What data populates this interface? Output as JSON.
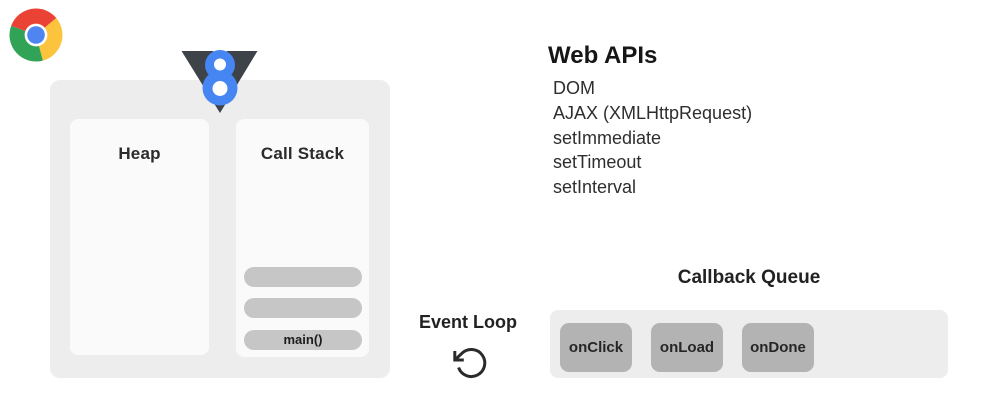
{
  "chrome": {
    "icon": "chrome-logo-icon"
  },
  "v8": {
    "icon": "v8-logo-icon"
  },
  "runtime": {
    "heap_title": "Heap",
    "call_stack_title": "Call Stack",
    "stack_frames": [
      "",
      "",
      "main()"
    ]
  },
  "web_apis": {
    "title": "Web APIs",
    "items": [
      "DOM",
      "AJAX (XMLHttpRequest)",
      "setImmediate",
      "setTimeout",
      "setInterval"
    ]
  },
  "event_loop": {
    "label": "Event Loop",
    "icon": "rotate-ccw-icon"
  },
  "callback_queue": {
    "title": "Callback Queue",
    "items": [
      "onClick",
      "onLoad",
      "onDone"
    ]
  },
  "colors": {
    "container_bg": "#ededed",
    "panel_bg": "#fafafa",
    "stack_frame_bg": "#c6c6c6",
    "queue_item_bg": "#b3b3b3",
    "text_dark": "#222222",
    "v8_blue": "#4586f2",
    "v8_dark": "#3e4249",
    "chrome_red": "#ea4335",
    "chrome_yellow": "#fcc33c",
    "chrome_green": "#30a357",
    "chrome_blue": "#4e85f0"
  }
}
